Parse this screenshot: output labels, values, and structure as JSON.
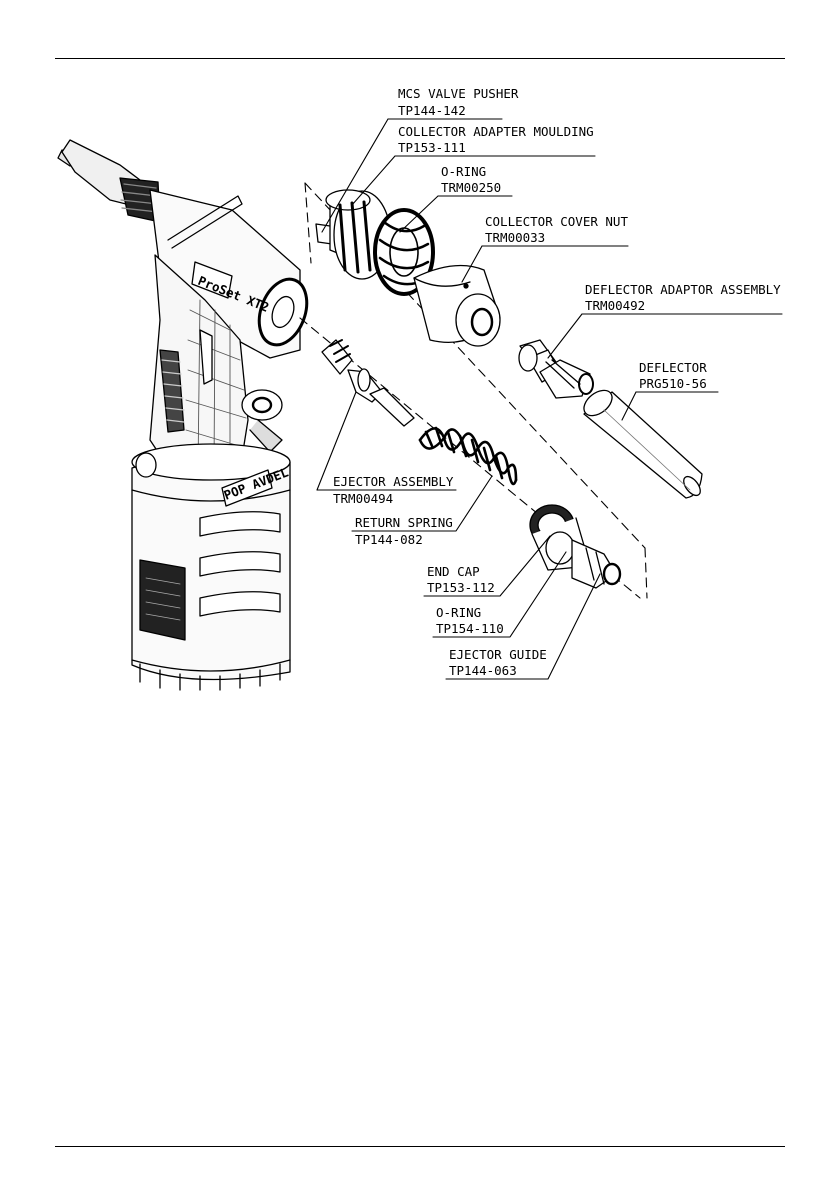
{
  "callouts": [
    {
      "name": "MCS VALVE PUSHER",
      "part": "TP144-142"
    },
    {
      "name": "COLLECTOR ADAPTER MOULDING",
      "part": "TP153-111"
    },
    {
      "name": "O-RING",
      "part": "TRM00250"
    },
    {
      "name": "COLLECTOR COVER NUT",
      "part": "TRM00033"
    },
    {
      "name": "DEFLECTOR ADAPTOR ASSEMBLY",
      "part": "TRM00492"
    },
    {
      "name": "DEFLECTOR",
      "part": "PRG510-56"
    },
    {
      "name": "EJECTOR ASSEMBLY",
      "part": "TRM00494"
    },
    {
      "name": "RETURN SPRING",
      "part": "TP144-082"
    },
    {
      "name": "END CAP",
      "part": "TP153-112"
    },
    {
      "name": "O-RING",
      "part": "TP154-110"
    },
    {
      "name": "EJECTOR GUIDE",
      "part": "TP144-063"
    }
  ],
  "tool_markings": {
    "brand_badge": "ProSet XT2",
    "base_label": "POP AVDEL"
  }
}
